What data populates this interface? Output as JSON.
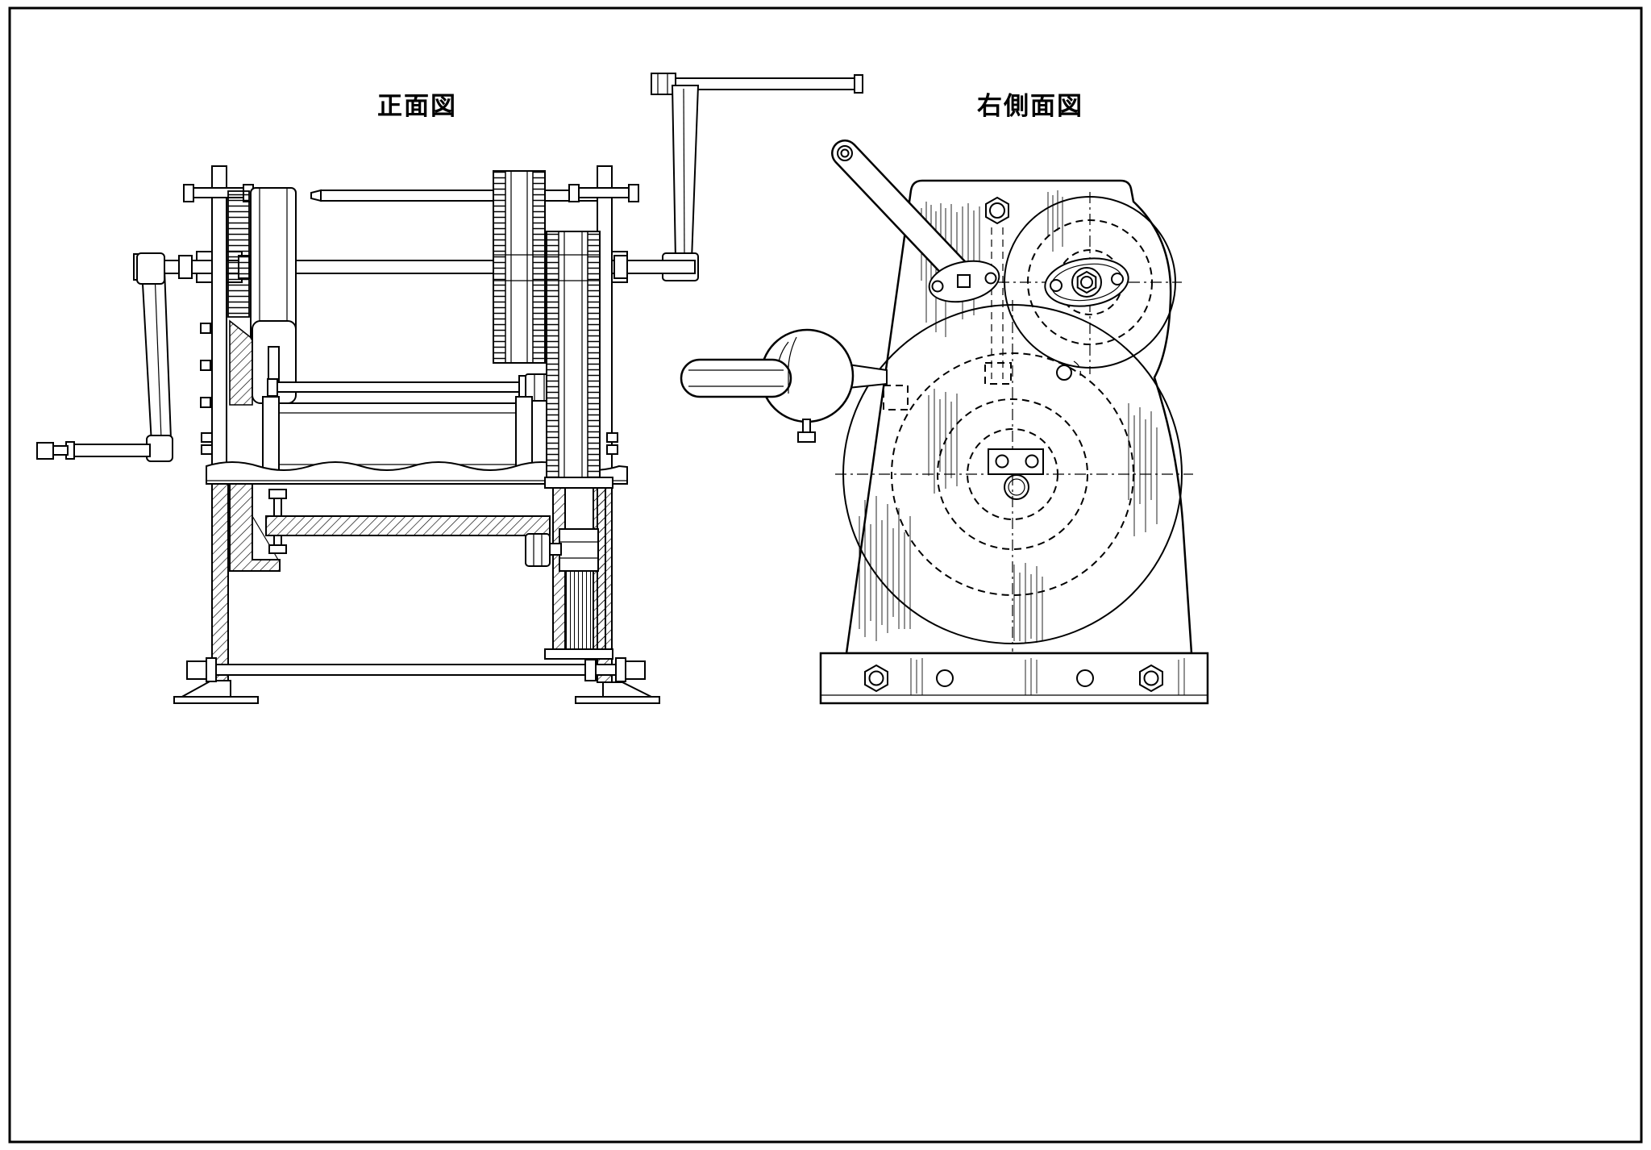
{
  "meta": {
    "ink_color": "#000000",
    "paper_color": "#ffffff",
    "drawing_type": "mechanical-orthographic-views"
  },
  "labels": {
    "front_view": "正面図",
    "side_view": "右側面図"
  }
}
